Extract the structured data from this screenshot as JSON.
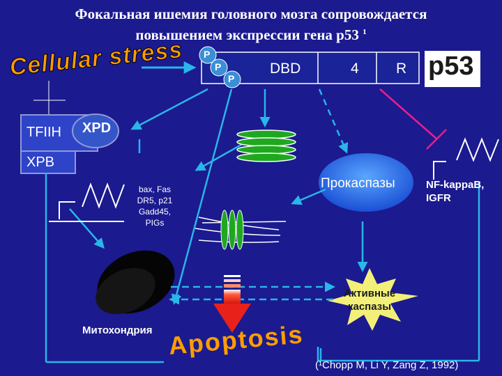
{
  "title": {
    "line1": "Фокальная ишемия головного мозга сопровождается",
    "line2": "повышением экспрессии гена р53",
    "footnote_mark": "1"
  },
  "labels": {
    "cellular_stress": "Cellular stress",
    "tfiih": "TFIIH",
    "xpd": "XPD",
    "xpb": "XPB",
    "p_1": "P",
    "p_2": "P",
    "p_3": "P",
    "dbd": "DBD",
    "four": "4",
    "r": "R",
    "p53": "p53",
    "target_genes": [
      "bax, Fas",
      "DR5, p21",
      "Gadd45,",
      "PIGs"
    ],
    "procaspases": "Прокаспазы",
    "nfkb_line1": "NF-kappaB,",
    "nfkb_line2": "IGFR",
    "active_caspases_line1": "Активные",
    "active_caspases_line2": "каспазы",
    "mitochondria": "Митохондрия",
    "apoptosis": "Apoptosis",
    "citation": "(¹Chopp M, Li Y, Zang Z, 1992)"
  },
  "colors": {
    "background": "#1b1a8f",
    "cyan_arrow": "#29b6e8",
    "magenta": "#e91e8c",
    "stress_orange": "#ff9d00",
    "dna_green": "#1fa81f",
    "procaspase_blue": "#1e6fe8",
    "active_caspase_yellow": "#f3f07a",
    "apoptosis_orange": "#ff9d00",
    "apoptosis_arrow_red": "#e8221b"
  }
}
